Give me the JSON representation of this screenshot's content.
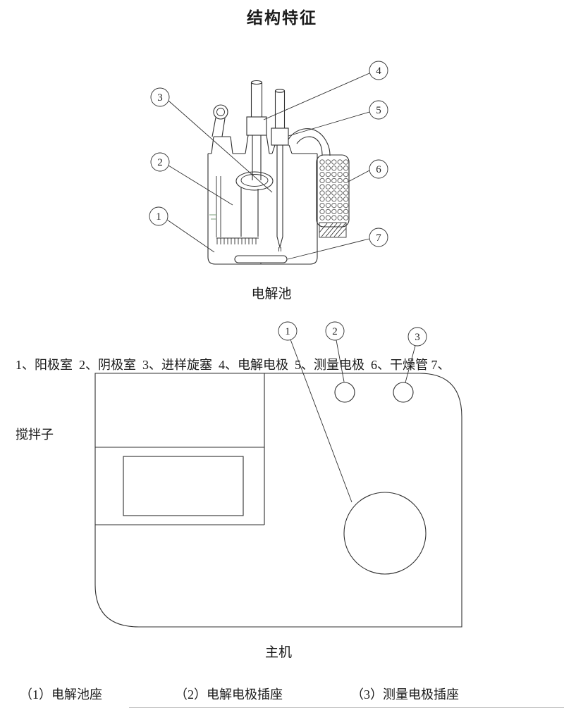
{
  "page": {
    "title": "结构特征",
    "ink_color": "#2f2f2f",
    "level_mark_color": "#8fae8f"
  },
  "cell_figure": {
    "caption": "电解池",
    "callouts": [
      "1",
      "2",
      "3",
      "4",
      "5",
      "6",
      "7"
    ],
    "legend_line1": "1、阳极室  2、阴极室  3、进样旋塞  4、电解电极  5、测量电极  6、干燥管 7、",
    "legend_line2": "搅拌子"
  },
  "main_figure": {
    "caption": "主机",
    "callouts": [
      "1",
      "2",
      "3"
    ]
  },
  "footer": {
    "items": [
      "（1）电解池座",
      "（2）电解电极插座",
      "（3）测量电极插座"
    ]
  }
}
